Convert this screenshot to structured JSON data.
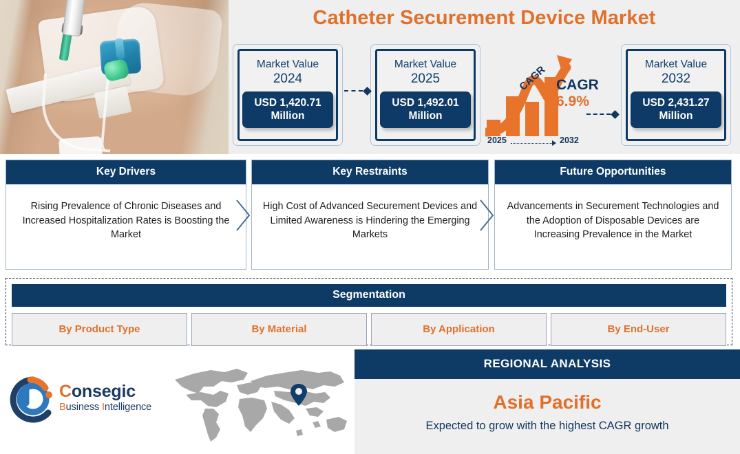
{
  "title": "Catheter Securement Device Market",
  "hero": {
    "alt": "iv-catheter-secured-on-arm-photo"
  },
  "market_values": [
    {
      "id": "card-2024",
      "label": "Market Value",
      "year": "2024",
      "value": "USD 1,420.71",
      "unit": "Million"
    },
    {
      "id": "card-2025",
      "label": "Market Value",
      "year": "2025",
      "value": "USD 1,492.01",
      "unit": "Million"
    },
    {
      "id": "card-2032",
      "label": "Market Value",
      "year": "2032",
      "value": "USD 2,431.27",
      "unit": "Million"
    }
  ],
  "cagr": {
    "curve_label": "CAGR",
    "word": "CAGR",
    "value": "6.9%",
    "start_year": "2025",
    "end_year": "2032"
  },
  "key_boxes": [
    {
      "heading": "Key Drivers",
      "text": "Rising Prevalence of Chronic Diseases and Increased Hospitalization Rates is Boosting the Market"
    },
    {
      "heading": "Key Restraints",
      "text": "High Cost of Advanced Securement Devices and Limited Awareness is Hindering the Emerging Markets"
    },
    {
      "heading": "Future Opportunities",
      "text": "Advancements in Securement Technologies and the Adoption of Disposable Devices are Increasing Prevalence in the Market"
    }
  ],
  "segmentation": {
    "heading": "Segmentation",
    "items": [
      "By Product Type",
      "By Material",
      "By Application",
      "By End-User"
    ]
  },
  "logo": {
    "name_first": "C",
    "name_rest": "onsegic",
    "sub_b": "B",
    "sub_usiness": "usiness ",
    "sub_i": "I",
    "sub_ntelligence": "ntelligence"
  },
  "regional": {
    "heading": "REGIONAL ANALYSIS",
    "region": "Asia Pacific",
    "note": "Expected to grow with the highest CAGR growth"
  },
  "colors": {
    "navy": "#0d3b66",
    "orange": "#e0702b",
    "panel_gray": "#efefef",
    "map_gray": "#a8a8a8"
  }
}
